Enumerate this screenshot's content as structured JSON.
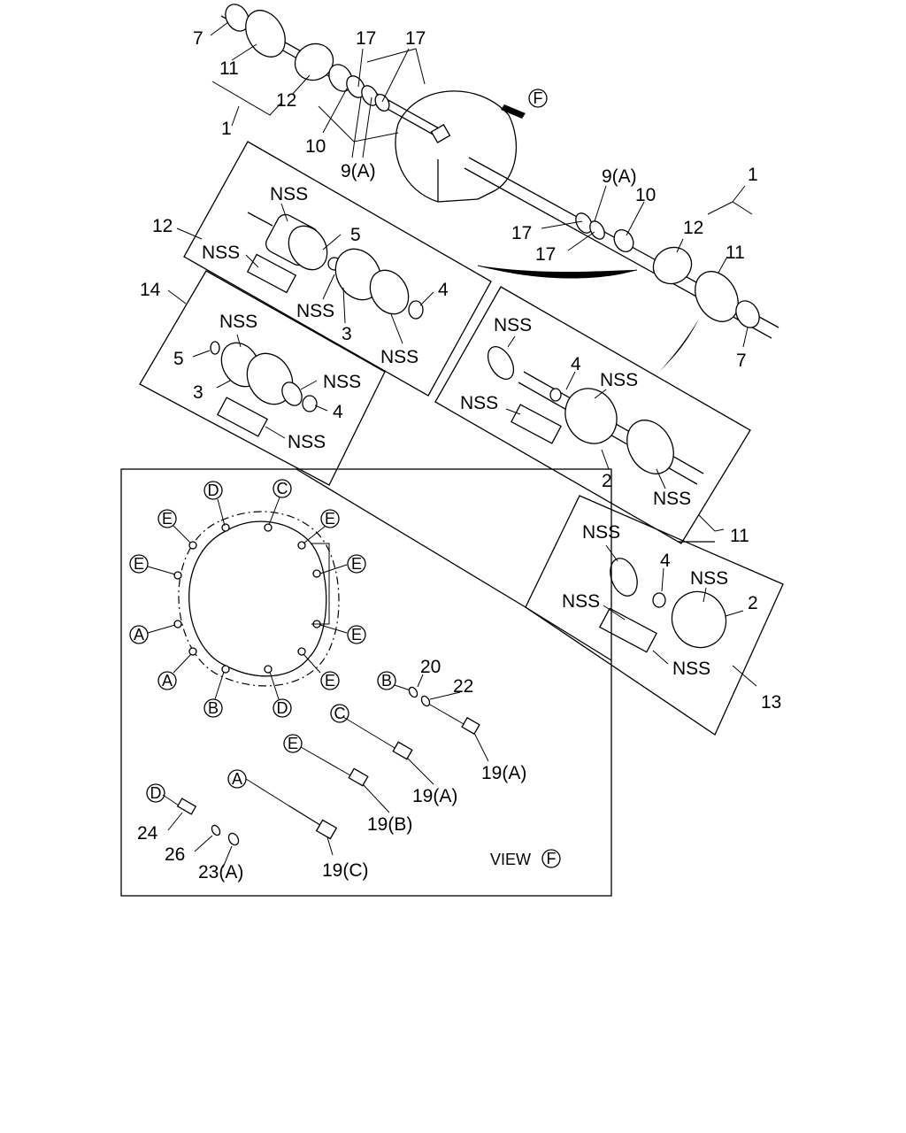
{
  "view_title": "VIEW",
  "view_letter": "F",
  "direction_letter": "F",
  "labels": {
    "l7a": "7",
    "l11a": "11",
    "l12a": "12",
    "l1a": "1",
    "l10a": "10",
    "l17a": "17",
    "l17b": "17",
    "l9a": "9(A)",
    "l9b": "9(A)",
    "l10b": "10",
    "l1b": "1",
    "l12b": "12",
    "l17c": "17",
    "l17d": "17",
    "l11b": "11",
    "l7b": "7",
    "l12box": "12",
    "l14box": "14",
    "l11box": "11",
    "l13box": "13",
    "b12_nss1": "NSS",
    "b12_nss2": "NSS",
    "b12_nss3": "NSS",
    "b12_nss4": "NSS",
    "b12_5": "5",
    "b12_3": "3",
    "b12_4": "4",
    "b14_nss1": "NSS",
    "b14_nss2": "NSS",
    "b14_nss3": "NSS",
    "b14_5": "5",
    "b14_3": "3",
    "b14_4": "4",
    "b11_nss1": "NSS",
    "b11_nss2": "NSS",
    "b11_nss3": "NSS",
    "b11_nss4": "NSS",
    "b11_4": "4",
    "b11_2": "2",
    "b13_nss1": "NSS",
    "b13_nss2": "NSS",
    "b13_nss3": "NSS",
    "b13_nss4": "NSS",
    "b13_4": "4",
    "b13_2": "2",
    "v20": "20",
    "v22": "22",
    "v19a1": "19(A)",
    "v19a2": "19(A)",
    "v19b": "19(B)",
    "v19c": "19(C)",
    "v24": "24",
    "v26": "26",
    "v23a": "23(A)"
  },
  "hole_letters": {
    "h1": "D",
    "h2": "C",
    "h3": "E",
    "h4": "E",
    "h5": "E",
    "h6": "E",
    "h7": "E",
    "h8": "E",
    "h9": "A",
    "h10": "A",
    "h11": "B",
    "h12": "D",
    "f1": "B",
    "f2": "C",
    "f3": "E",
    "f4": "A",
    "f5": "D"
  }
}
